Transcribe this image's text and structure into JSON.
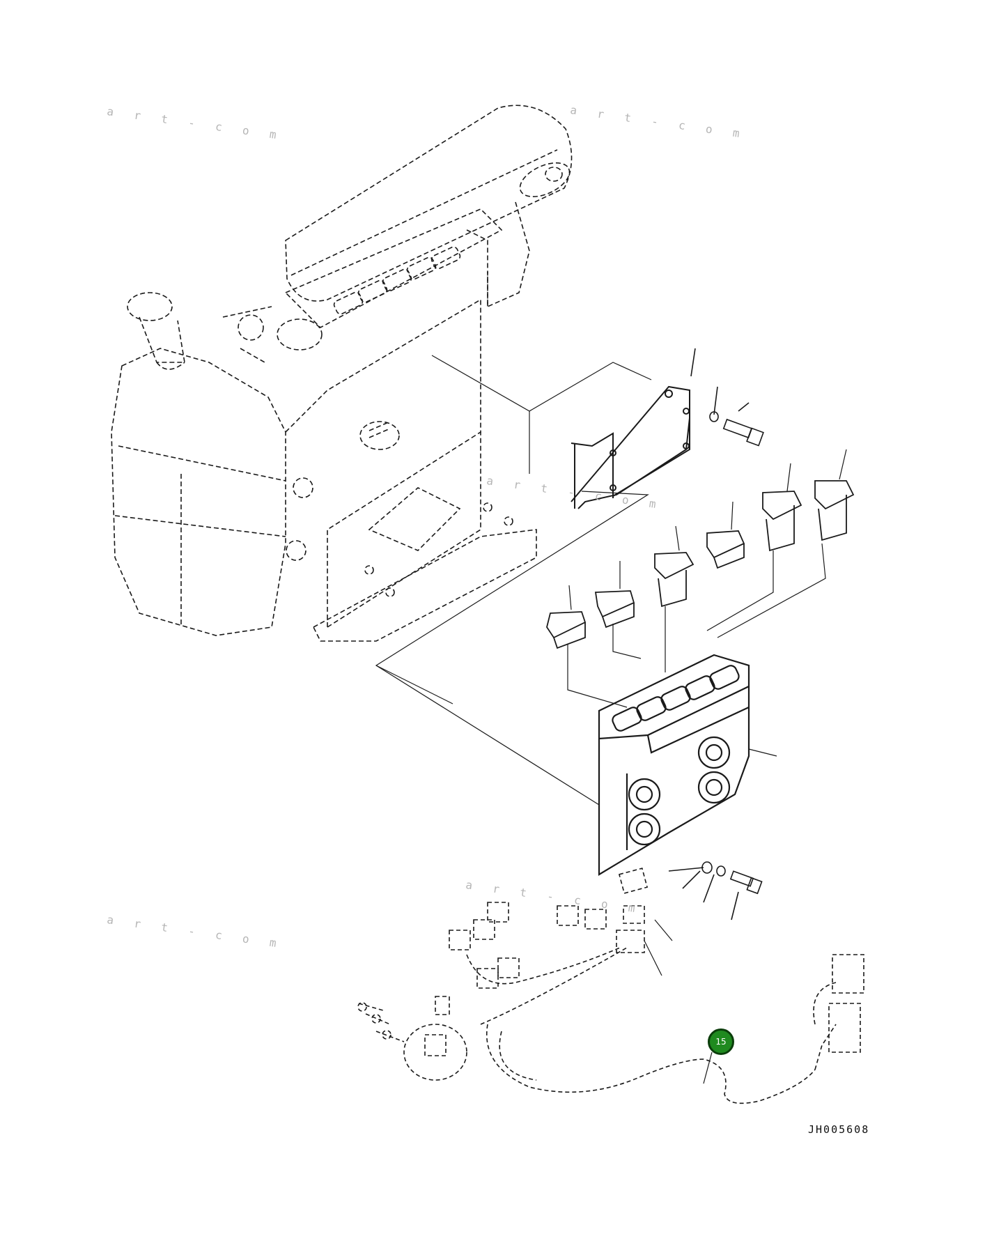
{
  "drawing": {
    "id_label": "JH005608",
    "watermark_text": "a r t - c o m",
    "callouts": [
      {
        "label": "15"
      }
    ]
  },
  "colors": {
    "line": "#1a1a1a",
    "callout_fill": "#1f8a1f",
    "callout_border": "#0b3d0b",
    "watermark": "#b5b5b5"
  }
}
